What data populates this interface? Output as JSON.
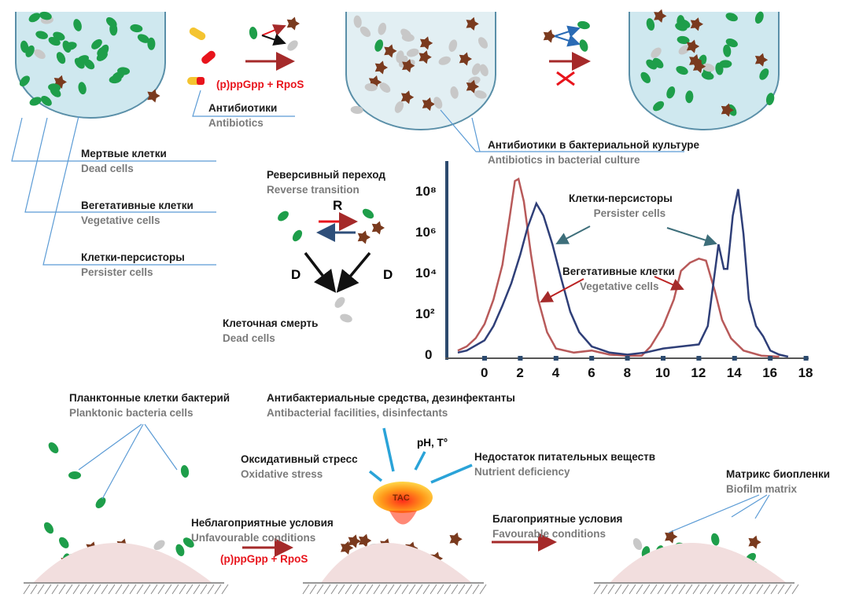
{
  "top": {
    "signal_1": "(p)ppGpp + RpoS",
    "antibiotics": {
      "ru": "Антибиотики",
      "en": "Antibiotics"
    },
    "antibiotics_culture": {
      "ru": "Антибиотики в бактериальной культуре",
      "en": "Antibiotics in bacterial culture"
    },
    "dead_cells": {
      "ru": "Мертвые клетки",
      "en": "Dead cells"
    },
    "vegetative_cells": {
      "ru": "Вегетативные клетки",
      "en": "Vegetative cells"
    },
    "persister_cells": {
      "ru": "Клетки-персисторы",
      "en": "Persister cells"
    }
  },
  "transition": {
    "reverse": {
      "ru": "Реверсивный переход",
      "en": "Reverse transition"
    },
    "r_label": "R",
    "d_left": "D",
    "d_right": "D",
    "death": {
      "ru": "Клеточная смерть",
      "en": "Dead cells"
    }
  },
  "chart_data": {
    "type": "line",
    "title": "",
    "xlabel": "",
    "ylabel": "",
    "x_ticks": [
      "0",
      "2",
      "4",
      "6",
      "8",
      "10",
      "12",
      "14",
      "16",
      "18"
    ],
    "y_ticks": [
      "0",
      "10²",
      "10⁴",
      "10⁶",
      "10⁸"
    ],
    "y_scale": "log10",
    "xlim": [
      -2,
      18
    ],
    "ylim": [
      0,
      9.5
    ],
    "annotations": [
      {
        "ru": "Клетки-персисторы",
        "en": "Persister cells"
      },
      {
        "ru": "Вегетативные клетки",
        "en": "Vegetative cells"
      }
    ],
    "series": [
      {
        "name": "Vegetative cells",
        "color": "#b85a5a",
        "points": [
          [
            -1.5,
            0.3
          ],
          [
            -1,
            0.5
          ],
          [
            -0.5,
            0.9
          ],
          [
            0,
            1.6
          ],
          [
            0.5,
            2.8
          ],
          [
            1,
            4.5
          ],
          [
            1.4,
            6.8
          ],
          [
            1.7,
            8.6
          ],
          [
            1.9,
            8.7
          ],
          [
            2.2,
            7.6
          ],
          [
            2.6,
            5.0
          ],
          [
            3,
            2.8
          ],
          [
            3.5,
            1.2
          ],
          [
            4,
            0.4
          ],
          [
            5,
            0.2
          ],
          [
            6,
            0.3
          ],
          [
            7,
            0.1
          ],
          [
            8,
            0.05
          ],
          [
            8.8,
            0.05
          ],
          [
            9.3,
            0.5
          ],
          [
            10,
            1.5
          ],
          [
            10.6,
            2.8
          ],
          [
            11,
            4.2
          ],
          [
            11.5,
            4.6
          ],
          [
            12,
            4.8
          ],
          [
            12.4,
            4.7
          ],
          [
            12.9,
            3.2
          ],
          [
            13.3,
            1.8
          ],
          [
            13.8,
            0.9
          ],
          [
            14.5,
            0.3
          ],
          [
            15.5,
            0.05
          ],
          [
            16.5,
            0
          ]
        ]
      },
      {
        "name": "Persister cells",
        "color": "#2f3f78",
        "points": [
          [
            -1.5,
            0.2
          ],
          [
            -1,
            0.3
          ],
          [
            0,
            0.8
          ],
          [
            0.5,
            1.5
          ],
          [
            1,
            2.5
          ],
          [
            1.5,
            3.6
          ],
          [
            2,
            5.0
          ],
          [
            2.4,
            6.3
          ],
          [
            2.9,
            7.5
          ],
          [
            3.3,
            6.9
          ],
          [
            3.8,
            5.5
          ],
          [
            4.3,
            3.8
          ],
          [
            4.8,
            2.2
          ],
          [
            5.3,
            1.2
          ],
          [
            6,
            0.5
          ],
          [
            7,
            0.2
          ],
          [
            8,
            0.1
          ],
          [
            9,
            0.2
          ],
          [
            10,
            0.4
          ],
          [
            11,
            0.5
          ],
          [
            12,
            0.6
          ],
          [
            12.5,
            1.5
          ],
          [
            12.8,
            3.5
          ],
          [
            13.1,
            5.5
          ],
          [
            13.4,
            4.3
          ],
          [
            13.6,
            4.3
          ],
          [
            13.9,
            6.9
          ],
          [
            14.2,
            8.2
          ],
          [
            14.5,
            6.0
          ],
          [
            14.8,
            2.8
          ],
          [
            15.2,
            1.5
          ],
          [
            15.6,
            1.0
          ],
          [
            16,
            0.3
          ],
          [
            16.5,
            0.1
          ],
          [
            17,
            0
          ]
        ]
      }
    ]
  },
  "bottom": {
    "planktonic": {
      "ru": "Планктонные клетки бактерий",
      "en": "Planktonic bacteria cells"
    },
    "antibacterial": {
      "ru": "Антибактериальные средства, дезинфектанты",
      "en": "Antibacterial facilities, disinfectants"
    },
    "ph_t": "pH, T°",
    "oxidative": {
      "ru": "Оксидативный стресс",
      "en": "Oxidative stress"
    },
    "nutrient": {
      "ru": "Недостаток питательных веществ",
      "en": "Nutrient deficiency"
    },
    "tac": "TAC",
    "unfavourable": {
      "ru": "Неблагоприятные условия",
      "en": "Unfavourable conditions"
    },
    "signal_2": "(p)ppGpp + RpoS",
    "favourable": {
      "ru": "Благоприятные условия",
      "en": "Favourable conditions"
    },
    "matrix": {
      "ru": "Матрикс биопленки",
      "en": "Biofilm matrix"
    }
  },
  "colors": {
    "green_cell": "#1e9e4a",
    "brown_cell": "#7a3a1e",
    "dead_cell": "#c8c8c8",
    "leader": "#5b9bd5",
    "arrow_red": "#a52a2a",
    "signal": "#e8141c"
  }
}
